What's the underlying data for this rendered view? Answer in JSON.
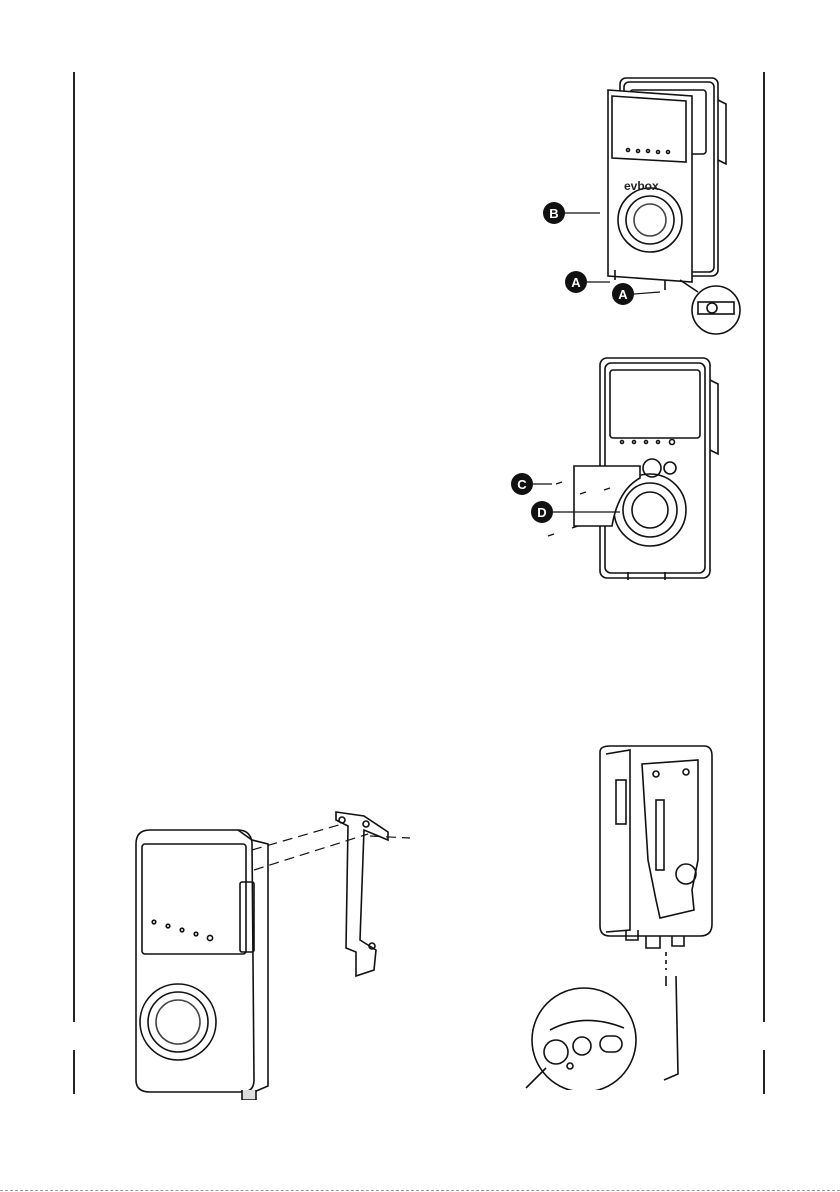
{
  "callouts": {
    "a1": "A",
    "a2": "A",
    "b": "B",
    "c": "C",
    "d": "D"
  },
  "brand_text": "evbox"
}
